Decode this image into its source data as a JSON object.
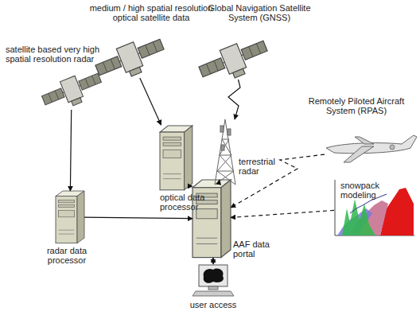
{
  "diagram": {
    "nodes": [
      {
        "text": [
          "satellite based very high spatial resolution radar"
        ]
      },
      {
        "text": [
          "medium / high spatial resolution optical satellite data"
        ]
      },
      {
        "text": [
          "Global Navigation Satellite System (GNSS)"
        ]
      },
      {
        "text": [
          "Remotely Piloted Aircraft System (RPAS)"
        ]
      },
      {
        "text": [
          "optical data processor"
        ]
      },
      {
        "text": [
          "terrestrial radar"
        ]
      },
      {
        "text": [
          "snowpack modeling"
        ]
      },
      {
        "text": [
          "radar data processor"
        ]
      },
      {
        "text": [
          "AAF data portal"
        ]
      },
      {
        "text": [
          "user access"
        ]
      }
    ],
    "edges": [
      {
        "from": 0,
        "to": 7,
        "arrow": "to"
      },
      {
        "from": 1,
        "to": 4,
        "arrow": "to"
      },
      {
        "from": 2,
        "to": 5,
        "arrow": "to"
      },
      {
        "from": 3,
        "to": 8,
        "arrow": "to"
      },
      {
        "from": 4,
        "to": 8,
        "arrow": "to"
      },
      {
        "from": 5,
        "to": 8,
        "arrow": "to"
      },
      {
        "from": 6,
        "to": 8,
        "arrow": "to"
      },
      {
        "from": 7,
        "to": 8,
        "arrow": "to"
      },
      {
        "from": 8,
        "to": 9,
        "arrow": "both"
      }
    ]
  }
}
